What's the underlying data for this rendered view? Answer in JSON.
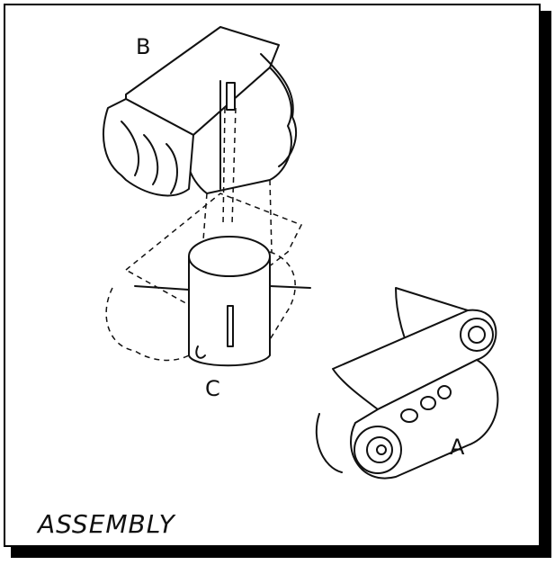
{
  "labels": {
    "part_b": "B",
    "part_c": "C",
    "part_a": "A",
    "caption": "ASSEMBLY"
  }
}
